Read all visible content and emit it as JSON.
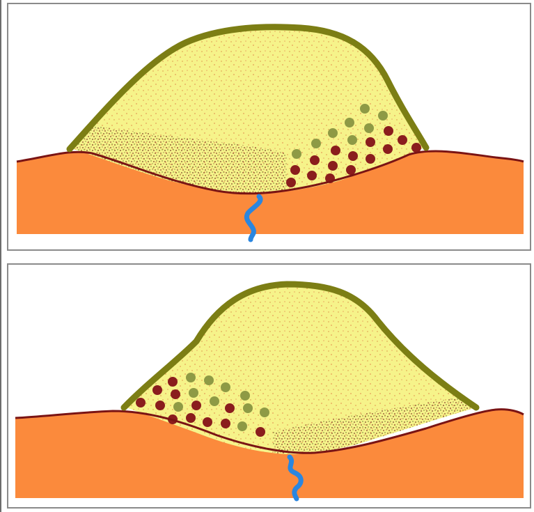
{
  "colors": {
    "bedrock": "#fb8a3c",
    "bedrock_line": "#7a1414",
    "deposit_fill": "#f6f38a",
    "deposit_outline": "#7c7e14",
    "fine_speckle": "#6b2a1a",
    "orange_speckle": "#e59a55",
    "clast_red": "#8a1d1d",
    "clast_green": "#8e9a45",
    "water": "#2a86e0",
    "frame": "#8a8a8a"
  },
  "panels": [
    {
      "id": "top",
      "coarse_side": "right",
      "water_icon": "spring-water-icon"
    },
    {
      "id": "bottom",
      "coarse_side": "left",
      "water_icon": "spring-water-icon"
    }
  ]
}
